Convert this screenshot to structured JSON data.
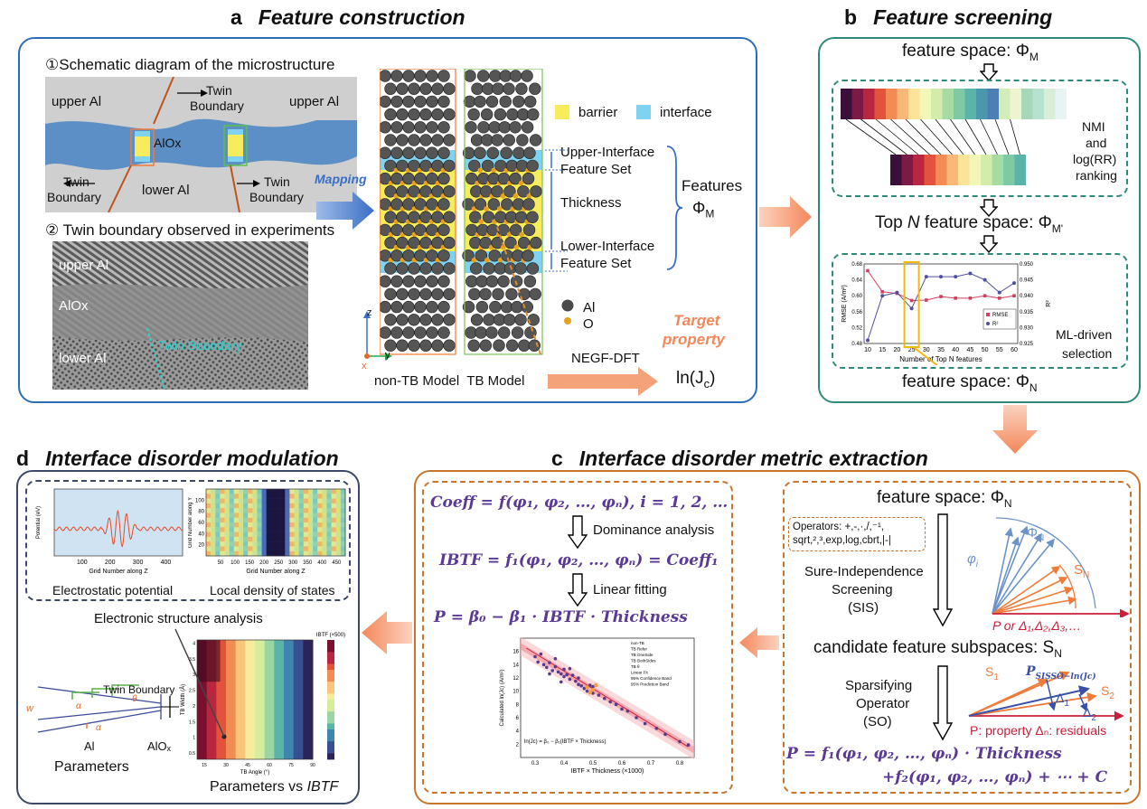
{
  "colors": {
    "blue_panel": "#2d6db5",
    "teal_panel": "#2e8b7c",
    "orange_panel": "#c8762d",
    "slate_panel": "#3d4a66",
    "arrow": "#f4a27a",
    "eq_purple": "#5b3a96",
    "barrier": "#f7ec5b",
    "interface": "#7fd3f0"
  },
  "panel_a": {
    "letter": "a",
    "title": "Feature construction",
    "sub1": "①Schematic diagram of the microstructure",
    "sub2": "② Twin boundary observed in experiments",
    "schem": {
      "upper_left": "upper Al",
      "upper_right": "upper Al",
      "aloxlabel": "AlOx",
      "lower": "lower Al",
      "tb_top_1": "Twin",
      "tb_top_2": "Boundary",
      "tb_left_1": "Twin",
      "tb_left_2": "Boundary",
      "tb_right_1": "Twin",
      "tb_right_2": "Boundary"
    },
    "micro": {
      "upper": "upper Al",
      "alox": "AlOx",
      "lower": "lower Al",
      "tb": "Twin Boundary"
    },
    "mapping": "Mapping",
    "legend_barrier": "barrier",
    "legend_interface": "interface",
    "upper_set_1": "Upper-Interface",
    "upper_set_2": "Feature Set",
    "thickness": "Thickness",
    "lower_set_1": "Lower-Interface",
    "lower_set_2": "Feature Set",
    "features": "Features",
    "phi_m": "Φ",
    "phi_m_sub": "M",
    "atom_al": "Al",
    "atom_o": "O",
    "axis_z": "z",
    "axis_y": "y",
    "axis_x": "x",
    "models": "non-TB Model  TB Model",
    "negf": "NEGF-DFT",
    "target_1": "Target",
    "target_2": "property",
    "ln_jc": "ln(J",
    "ln_jc_sub": "c",
    "ln_jc_end": ")"
  },
  "panel_b": {
    "letter": "b",
    "title": "Feature screening",
    "fs_top": "feature space: Φ",
    "fs_top_sub": "M",
    "nmi_1": "NMI",
    "nmi_2": "and",
    "nmi_3": "log(RR)",
    "nmi_4": "ranking",
    "topn_pre": "Top ",
    "topn_n": "N",
    "topn_post": " feature space: Φ",
    "topn_sub": "M'",
    "ml_1": "ML-driven",
    "ml_2": "selection",
    "fs_bottom": "feature space: Φ",
    "fs_bottom_sub": "N"
  },
  "panel_c": {
    "letter": "c",
    "title": "Interface disorder metric extraction",
    "eq1": "Coeff = f(φ₁, φ₂, …, φₙ),  i = 1, 2, …",
    "dominance": "Dominance analysis",
    "eq2": "IBTF = f₁(φ₁, φ₂, …, φₙ) = Coeff₁",
    "linfit": "Linear fitting",
    "eq3": "P = β₀ − β₁ · IBTF · Thickness",
    "fs": "feature space: Φ",
    "fs_sub": "N",
    "operators_1": "Operators: +,-,·,/,⁻¹,",
    "operators_2": "sqrt,²,³,exp,log,cbrt,|-|",
    "sis_1": "Sure-Independence",
    "sis_2": "Screening",
    "sis_3": "(SIS)",
    "cand": "candidate feature subspaces: S",
    "cand_sub": "N",
    "so_1": "Sparsifying",
    "so_2": "Operator",
    "so_3": "(SO)",
    "p_or": "P or Δ₁,Δ₂,Δ₃,…",
    "residuals": "P: property  Δₙ: residuals",
    "final_1": "P = f₁(φ₁, φ₂, …, φₙ) · Thickness",
    "final_2": "+f₂(φ₁, φ₂, …, φₙ) + ⋯ + C",
    "vec_phin": "Φ",
    "vec_sn": "S",
    "vec_phii": "φ",
    "s1": "S",
    "s2": "S",
    "d1": "Δ",
    "d2": "Δ",
    "psisso": "P"
  },
  "panel_d": {
    "letter": "d",
    "title": "Interface disorder modulation",
    "es_label": "Electrostatic potential",
    "ldos_label": "Local density of states",
    "esa": "Electronic structure analysis",
    "tb": "Twin Boundary",
    "al": "Al",
    "alox": "AlOₓ",
    "params": "Parameters",
    "pvi_1": "Parameters vs ",
    "pvi_2": "IBTF",
    "ibtf_cb": "IBTF (×500)"
  },
  "chart_data": [
    {
      "type": "line",
      "title": "",
      "xlabel": "Number of Top N features",
      "ylabel": "RMSE (A/m²)",
      "ylabel2": "R²",
      "x": [
        10,
        15,
        20,
        25,
        30,
        35,
        40,
        45,
        50,
        55,
        60
      ],
      "series": [
        {
          "name": "RMSE",
          "values": [
            0.663,
            0.61,
            0.606,
            0.588,
            0.589,
            0.598,
            0.594,
            0.594,
            0.6,
            0.594,
            0.6
          ]
        },
        {
          "name": "R²",
          "values": [
            0.926,
            0.94,
            0.941,
            0.936,
            0.946,
            0.946,
            0.946,
            0.947,
            0.945,
            0.941,
            0.944
          ]
        }
      ],
      "ylim": [
        0.48,
        0.68
      ],
      "y2lim": [
        0.925,
        0.95
      ]
    },
    {
      "type": "scatter",
      "xlabel": "IBTF × Thickness (×1000)",
      "ylabel": "Calculated ln(Jc) (A/m²)",
      "legend": [
        "non-TB",
        "TB Refer",
        "TB OneSide",
        "TB BothSides",
        "TB θ",
        "Linear Fit",
        "95% Confidence Band",
        "95% Prediction Band"
      ],
      "annotation": "ln(Jc) = β₀ − β₁(IBTF × Thickness)",
      "xlim": [
        0.25,
        0.85
      ],
      "ylim": [
        0,
        18
      ]
    },
    {
      "type": "line",
      "xlabel": "Grid Number along Z",
      "ylabel": "Potential (eV)",
      "xticks": [
        100,
        200,
        300,
        400
      ]
    },
    {
      "type": "heatmap",
      "xlabel": "Grid Number along Z",
      "ylabel": "Grid Number along Y",
      "xticks": [
        50,
        100,
        150,
        200,
        250,
        300,
        350,
        400,
        450
      ],
      "yticks": [
        20,
        40,
        60,
        80,
        100
      ]
    },
    {
      "type": "heatmap",
      "xlabel": "TB Angle (°)",
      "ylabel": "TB Width (Å)",
      "xticks": [
        15,
        30,
        45,
        60,
        75,
        90
      ],
      "yticks": [
        0.5,
        1,
        1.5,
        2,
        2.5,
        3,
        3.5,
        4
      ]
    }
  ]
}
